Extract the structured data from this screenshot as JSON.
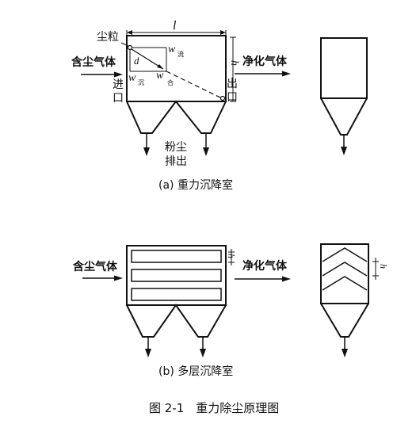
{
  "figure": {
    "caption": "图 2-1　重力除尘原理图"
  },
  "diagram_a": {
    "subcaption": "(a) 重力沉降室",
    "length_label": "l",
    "height_label": "h",
    "labels": {
      "particle": "尘粒",
      "dusty_gas": "含尘气体",
      "inlet": "进口",
      "clean_gas": "净化气体",
      "outlet": "出口",
      "dust_discharge_1": "粉尘",
      "dust_discharge_2": "排出",
      "d": "d",
      "w_flow": "w",
      "w_flow_sub": "流",
      "w_settle": "w",
      "w_settle_sub": "沉",
      "w_combined": "w",
      "w_combined_sub": "合"
    }
  },
  "diagram_b": {
    "subcaption": "(b) 多层沉降室",
    "height_label": "h",
    "labels": {
      "dusty_gas": "含尘气体",
      "clean_gas": "净化气体"
    }
  }
}
